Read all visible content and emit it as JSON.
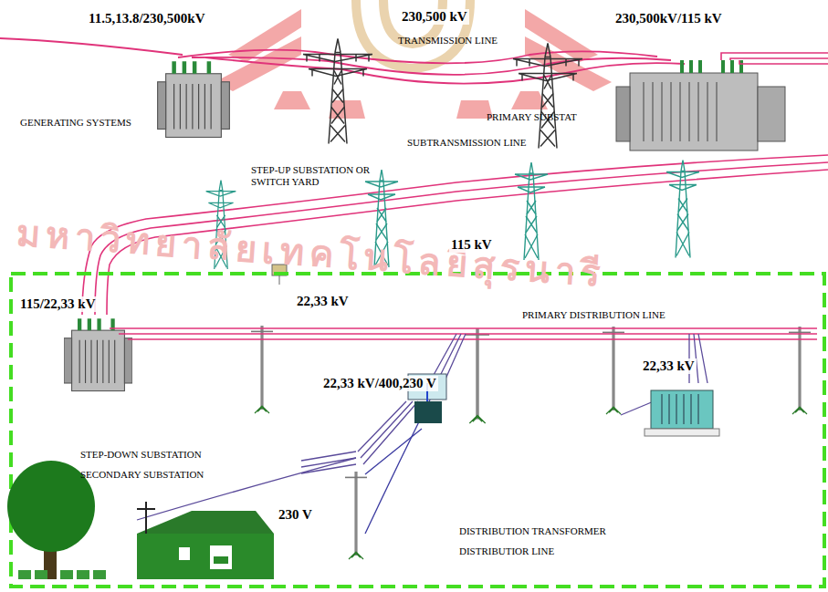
{
  "diagram": {
    "labels": [
      "11.5,13.8/230,500kV",
      "230,500 kV",
      "230,500kV/115 kV",
      "TRANSMISSION LINE",
      "GENERATING SYSTEMS",
      "STEP-UP SUBSTATION OR SWITCH YARD",
      "PRIMARY SUBSTAT",
      "SUBTRANSMISSION LINE",
      "115 kV",
      "115/22,33 kV",
      "22,33 kV",
      "PRIMARY DISTRIBUTION LINE",
      "22,33 kV",
      "22,33 kV/400,230 V",
      "STEP-DOWN SUBSTATION",
      "SECONDARY SUBSTATION",
      "230 V",
      "DISTRIBUTION TRANSFORMER",
      "DISTRIBUTIOR LINE",
      "มหาวิทยาลัยเทคโนโลยีสุรนารี"
    ]
  }
}
